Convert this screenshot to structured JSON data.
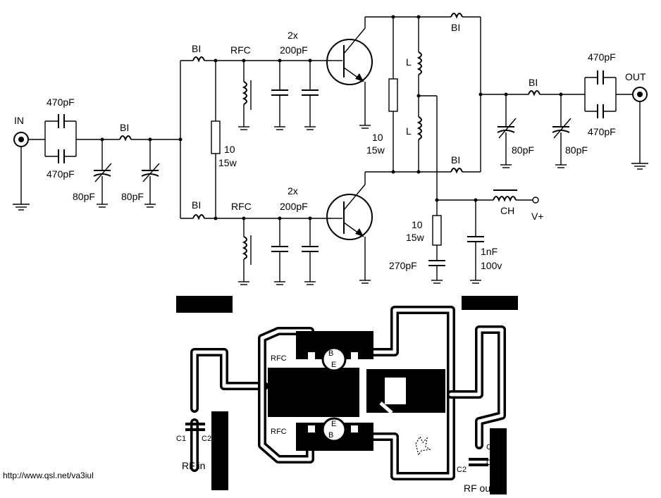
{
  "schematic": {
    "in_label": "IN",
    "out_label": "OUT",
    "input_cap_top": "470pF",
    "input_cap_bottom": "470pF",
    "bi_label": "BI",
    "trimmer_value": "80pF",
    "rfc_label": "RFC",
    "cap_2x": "2x",
    "cap_200pf": "200pF",
    "resistor_value": "10",
    "resistor_power": "15w",
    "inductor_label": "L",
    "output_cap_top": "470pF",
    "output_cap_bottom": "470pF",
    "supply_label": "V+",
    "choke_label": "CH",
    "cap_270pf": "270pF",
    "cap_1nf": "1nF",
    "cap_100v": "100v"
  },
  "pcb": {
    "rfc_top": "RFC",
    "rfc_bottom": "RFC",
    "c1": "C1",
    "c2": "C2",
    "rf_in": "RF in",
    "rf_out": "RF ou",
    "c_right": "C",
    "c_right2": "C",
    "c2_right": "C2"
  },
  "footer": {
    "url": "http://www.qsl.net/va3iul"
  }
}
